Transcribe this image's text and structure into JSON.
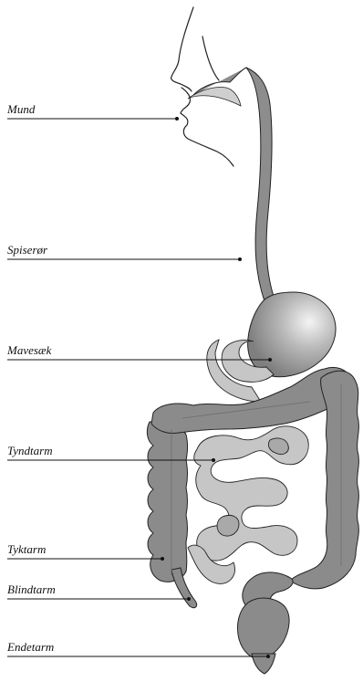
{
  "labels": {
    "mouth": "Mund",
    "esophagus": "Spiserør",
    "stomach": "Mavesæk",
    "small_intestine": "Tyndtarm",
    "large_intestine": "Tyktarm",
    "appendix": "Blindtarm",
    "rectum": "Endetarm"
  },
  "colors": {
    "organ_dark": "#8a8a8a",
    "organ_light": "#c4c4c4",
    "outline": "#222222",
    "leader": "#111111",
    "background": "#ffffff"
  }
}
